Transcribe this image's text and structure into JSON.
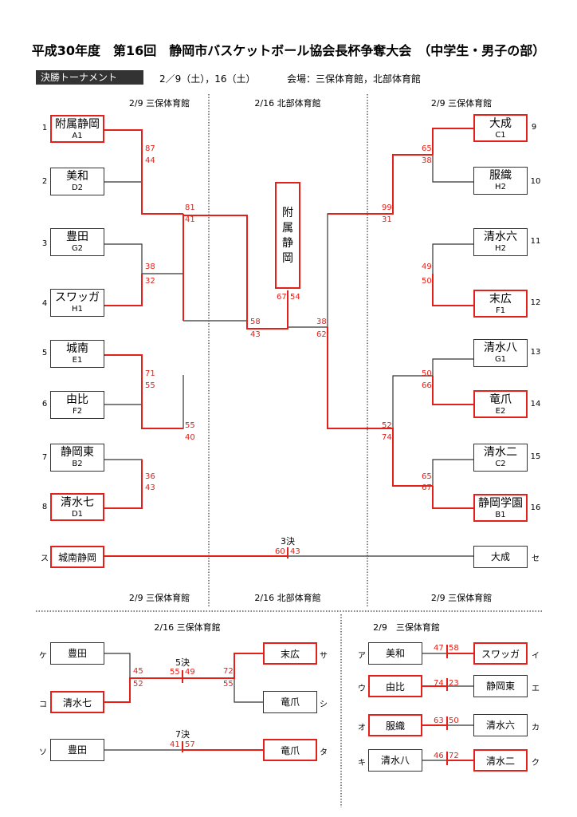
{
  "title": "平成30年度　第16回　静岡市バスケットボール協会長杯争奪大会　（中学生・男子の部）",
  "tag": "決勝トーナメント",
  "dates": "2／9（土），16（土）",
  "venue_top": "会場：三保体育館，北部体育館",
  "headers": {
    "left_top": "2/9 三保体育館",
    "center_top": "2/16 北部体育館",
    "right_top": "2/9 三保体育館",
    "left_bottom": "2/9 三保体育館",
    "center_bottom": "2/16 北部体育館",
    "right_bottom": "2/9 三保体育館",
    "consol_left": "2/16 三保体育館",
    "consol_right": "2/9　三保体育館"
  },
  "left_teams": [
    {
      "seed": "1",
      "name": "附属静岡",
      "group": "A1"
    },
    {
      "seed": "2",
      "name": "美和",
      "group": "D2"
    },
    {
      "seed": "3",
      "name": "豊田",
      "group": "G2"
    },
    {
      "seed": "4",
      "name": "スワッガ",
      "group": "H1"
    },
    {
      "seed": "5",
      "name": "城南",
      "group": "E1"
    },
    {
      "seed": "6",
      "name": "由比",
      "group": "F2"
    },
    {
      "seed": "7",
      "name": "静岡東",
      "group": "B2"
    },
    {
      "seed": "8",
      "name": "清水七",
      "group": "D1"
    }
  ],
  "right_teams": [
    {
      "seed": "9",
      "name": "大成",
      "group": "C1"
    },
    {
      "seed": "10",
      "name": "服織",
      "group": "H2"
    },
    {
      "seed": "11",
      "name": "清水六",
      "group": "H2"
    },
    {
      "seed": "12",
      "name": "末広",
      "group": "F1"
    },
    {
      "seed": "13",
      "name": "清水八",
      "group": "G1"
    },
    {
      "seed": "14",
      "name": "竜爪",
      "group": "E2"
    },
    {
      "seed": "15",
      "name": "清水二",
      "group": "C2"
    },
    {
      "seed": "16",
      "name": "静岡学園",
      "group": "B1"
    }
  ],
  "champion": [
    "附",
    "属",
    "静",
    "岡"
  ],
  "scores": {
    "l1a": "87",
    "l1b": "44",
    "l2a": "38",
    "l2b": "32",
    "l3a": "71",
    "l3b": "55",
    "l4a": "36",
    "l4b": "43",
    "l5a": "81",
    "l5b": "41",
    "l6a": "55",
    "l6b": "40",
    "l7a": "58",
    "l7b": "43",
    "r1a": "65",
    "r1b": "38",
    "r2a": "49",
    "r2b": "50",
    "r3a": "50",
    "r3b": "66",
    "r4a": "65",
    "r4b": "67",
    "r5a": "99",
    "r5b": "31",
    "r6a": "52",
    "r6b": "74",
    "r7a": "38",
    "r7b": "62",
    "fa": "67",
    "fb": "54",
    "t3a": "60",
    "t3b": "43"
  },
  "third": {
    "label": "3決",
    "left_mark": "ス",
    "left_team": "城南静岡",
    "right_mark": "セ",
    "right_team": "大成"
  },
  "fifth": {
    "label": "5決",
    "teams": [
      {
        "mark": "ケ",
        "name": "豊田"
      },
      {
        "mark": "コ",
        "name": "清水七"
      },
      {
        "mark": "サ",
        "name": "末広"
      },
      {
        "mark": "シ",
        "name": "竜爪"
      }
    ],
    "s_l1": "45",
    "s_l2": "52",
    "s_fa": "55",
    "s_fb": "49",
    "s_r1": "72",
    "s_r2": "55"
  },
  "seventh": {
    "label": "7決",
    "left_mark": "ソ",
    "left_team": "豊田",
    "right_mark": "タ",
    "right_team": "竜爪",
    "sa": "41",
    "sb": "57"
  },
  "consol": [
    {
      "lm": "ア",
      "lt": "美和",
      "sa": "47",
      "sb": "58",
      "rt": "スワッガ",
      "rm": "イ"
    },
    {
      "lm": "ウ",
      "lt": "由比",
      "sa": "74",
      "sb": "23",
      "rt": "静岡東",
      "rm": "エ"
    },
    {
      "lm": "オ",
      "lt": "服織",
      "sa": "63",
      "sb": "50",
      "rt": "清水六",
      "rm": "カ"
    },
    {
      "lm": "キ",
      "lt": "清水八",
      "sa": "46",
      "sb": "72",
      "rt": "清水二",
      "rm": "ク"
    }
  ],
  "colors": {
    "win": "#e32119",
    "line": "#333333"
  }
}
